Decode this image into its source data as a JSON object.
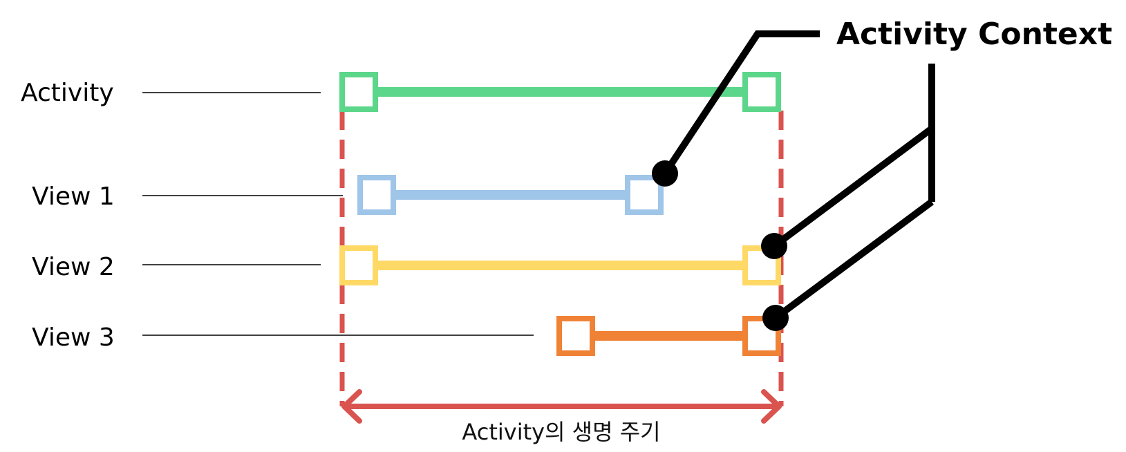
{
  "title": "Activity Context",
  "rows": [
    {
      "id": "activity",
      "label": "Activity",
      "color": "#5cd68a"
    },
    {
      "id": "view1",
      "label": "View 1",
      "color": "#9fc5e8"
    },
    {
      "id": "view2",
      "label": "View 2",
      "color": "#ffd966"
    },
    {
      "id": "view3",
      "label": "View 3",
      "color": "#f08236"
    }
  ],
  "lifecycle": {
    "label": "Activity의 생명 주기",
    "color": "#d9534f"
  },
  "callout_color": "#000000"
}
